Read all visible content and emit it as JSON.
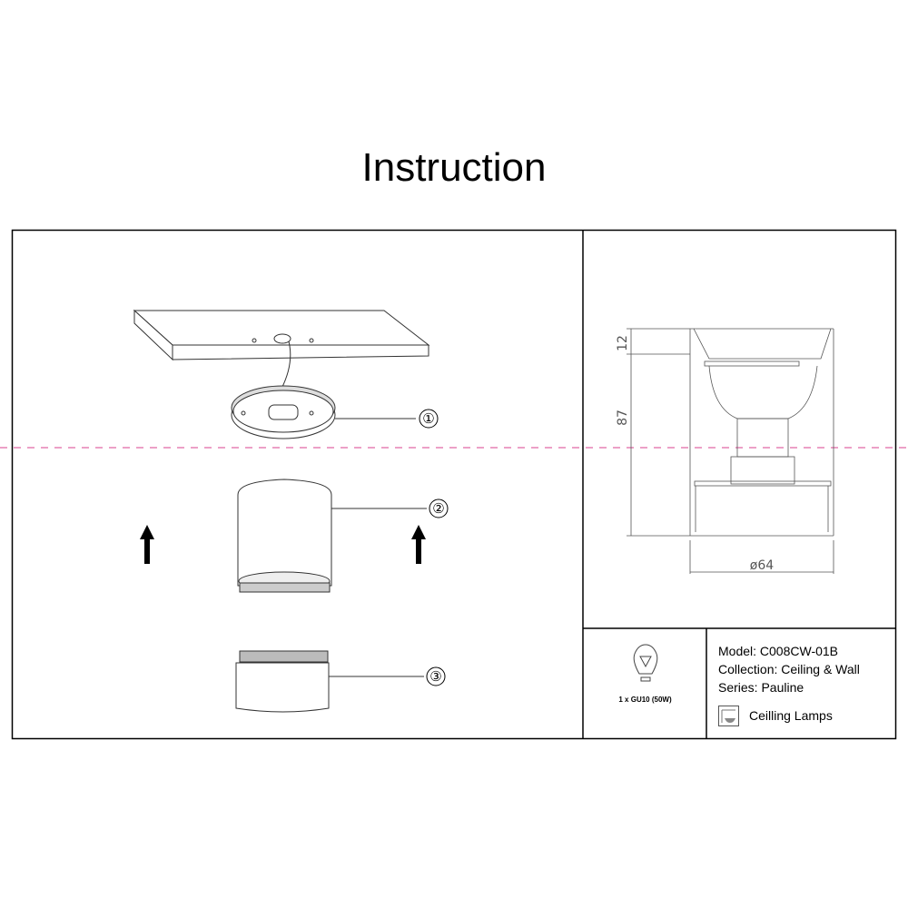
{
  "title": "Instruction",
  "steps": [
    {
      "label": "①",
      "part": "mount"
    },
    {
      "label": "②",
      "part": "body"
    },
    {
      "label": "③",
      "part": "ring"
    }
  ],
  "dimensions": {
    "top_height": "12",
    "body_height": "87",
    "diameter": "ø64"
  },
  "bulb": {
    "label": "1 x GU10 (50W)",
    "icon": "light-bulb-icon"
  },
  "product": {
    "model": "Model: C008CW-01B",
    "collection": "Collection: Ceiling & Wall",
    "series": "Series: Pauline",
    "category": "Ceilling Lamps",
    "category_icon": "ceiling-lamp-icon"
  },
  "colors": {
    "centerline": "#d9408f",
    "line": "#000000",
    "dim_line": "#666666"
  }
}
